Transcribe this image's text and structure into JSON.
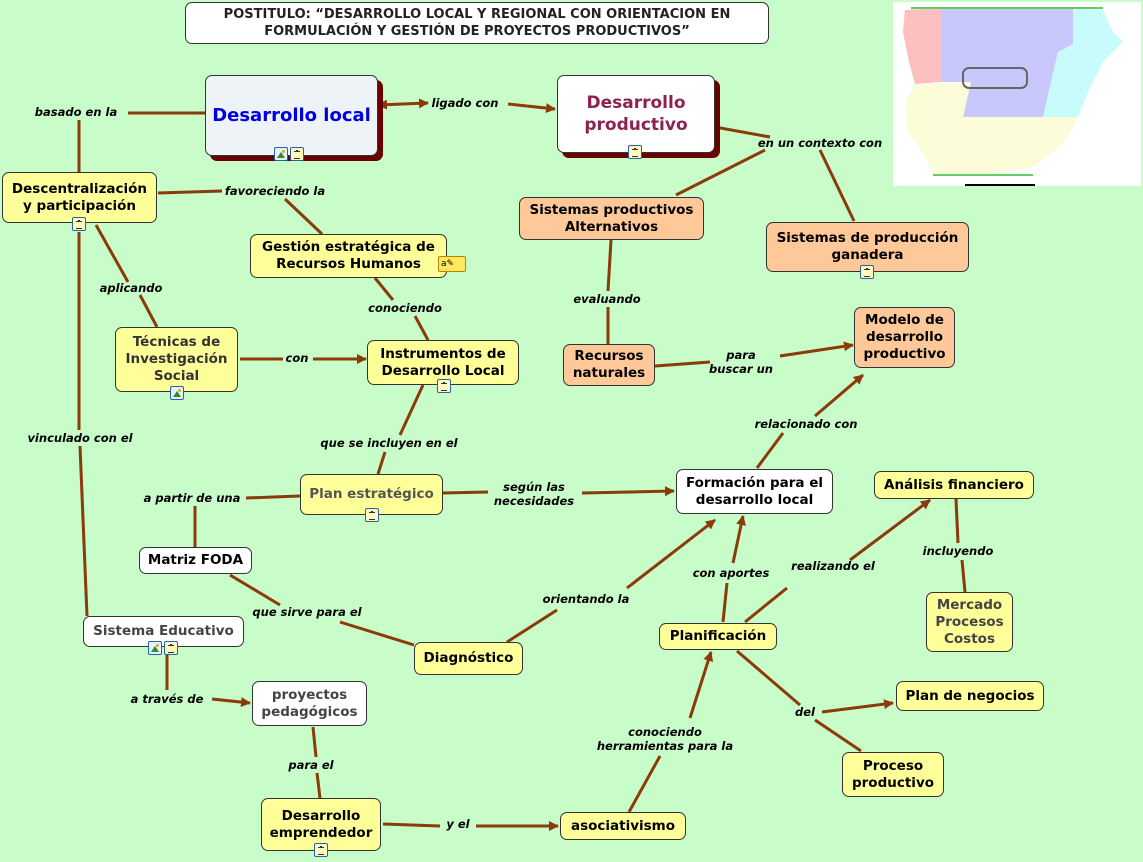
{
  "title": {
    "line1": "POSTITULO:  “DESARROLLO LOCAL Y REGIONAL CON ORIENTACION EN",
    "line2": "FORMULACIÓN Y GESTIÓN DE PROYECTOS PRODUCTIVOS”"
  },
  "colors": {
    "background": "#c8fcc8",
    "link": "#8b3a0a",
    "concept_yellow": "#ffff99",
    "concept_orange": "#fec898",
    "desarrollo_local_text": "#0000dd",
    "desarrollo_productivo_text": "#8b2252"
  },
  "concepts": {
    "desarrollo_local": "Desarrollo local",
    "desarrollo_productivo": "Desarrollo productivo",
    "descentralizacion": "Descentralización y participación",
    "gestion": "Gestión estratégica de Recursos Humanos",
    "tecnicas": "Técnicas de Investigación Social",
    "instrumentos": "Instrumentos de Desarrollo Local",
    "sist_alternativos": "Sistemas productivos Alternativos",
    "sist_ganadera": "Sistemas de producción ganadera",
    "recursos": "Recursos naturales",
    "modelo": "Modelo de desarrollo productivo",
    "plan_estrategico": "Plan estratégico",
    "formacion": "Formación para el desarrollo local",
    "analisis": "Análisis financiero",
    "matriz": "Matriz FODA",
    "sistema_educativo": "Sistema Educativo",
    "diagnostico": "Diagnóstico",
    "planificacion": "Planificación",
    "mercado": "Mercado Procesos Costos",
    "plan_negocios": "Plan de negocios",
    "proyectos": "proyectos pedagógicos",
    "proceso": "Proceso productivo",
    "emprendedor": "Desarrollo emprendedor",
    "asociativismo": "asociativismo"
  },
  "links": {
    "basado": "basado en la",
    "ligado": "ligado con",
    "contexto": "en un contexto con",
    "favoreciendo": "favoreciendo la",
    "aplicando": "aplicando",
    "conociendo": "conociendo",
    "evaluando": "evaluando",
    "con": "con",
    "para_buscar": "para buscar un",
    "relacionado": "relacionado con",
    "vinculado": "vinculado con el",
    "incluyen": "que se incluyen en el",
    "a_partir": "a partir de una",
    "segun": "según las necesidades",
    "incluyendo": "incluyendo",
    "realizando": "realizando el",
    "aportes": "con aportes",
    "orientando": "orientando la",
    "sirve": "que sirve para el",
    "traves": "a través de",
    "del": "del",
    "herramientas": "conociendo herramientas para la",
    "para_el": "para el",
    "y_el": "y el"
  },
  "map_image": {
    "description_icon": "map-of-regions"
  }
}
